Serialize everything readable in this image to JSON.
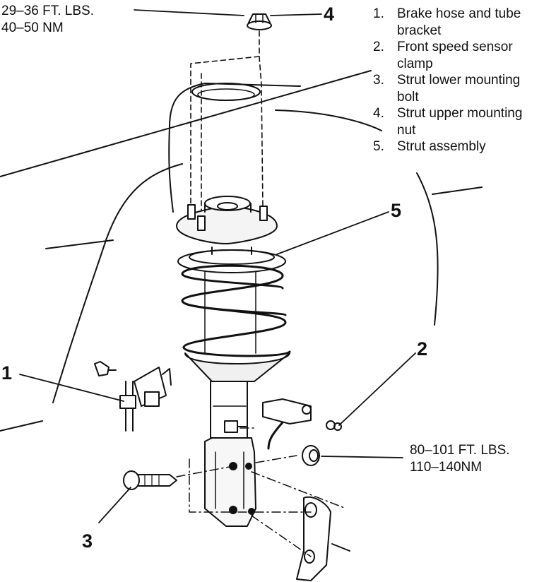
{
  "callouts": {
    "n1": "1",
    "n2": "2",
    "n3": "3",
    "n4": "4",
    "n5": "5"
  },
  "torque": {
    "upper_ftlbs": "29–36 FT. LBS.",
    "upper_nm": "40–50 NM",
    "lower_ftlbs": "80–101 FT. LBS.",
    "lower_nm": "110–140NM"
  },
  "legend": [
    {
      "num": "1.",
      "text": "Brake hose and tube bracket"
    },
    {
      "num": "2.",
      "text": "Front speed sensor clamp"
    },
    {
      "num": "3.",
      "text": "Strut lower mounting bolt"
    },
    {
      "num": "4.",
      "text": "Strut upper mounting nut"
    },
    {
      "num": "5.",
      "text": "Strut assembly"
    }
  ]
}
